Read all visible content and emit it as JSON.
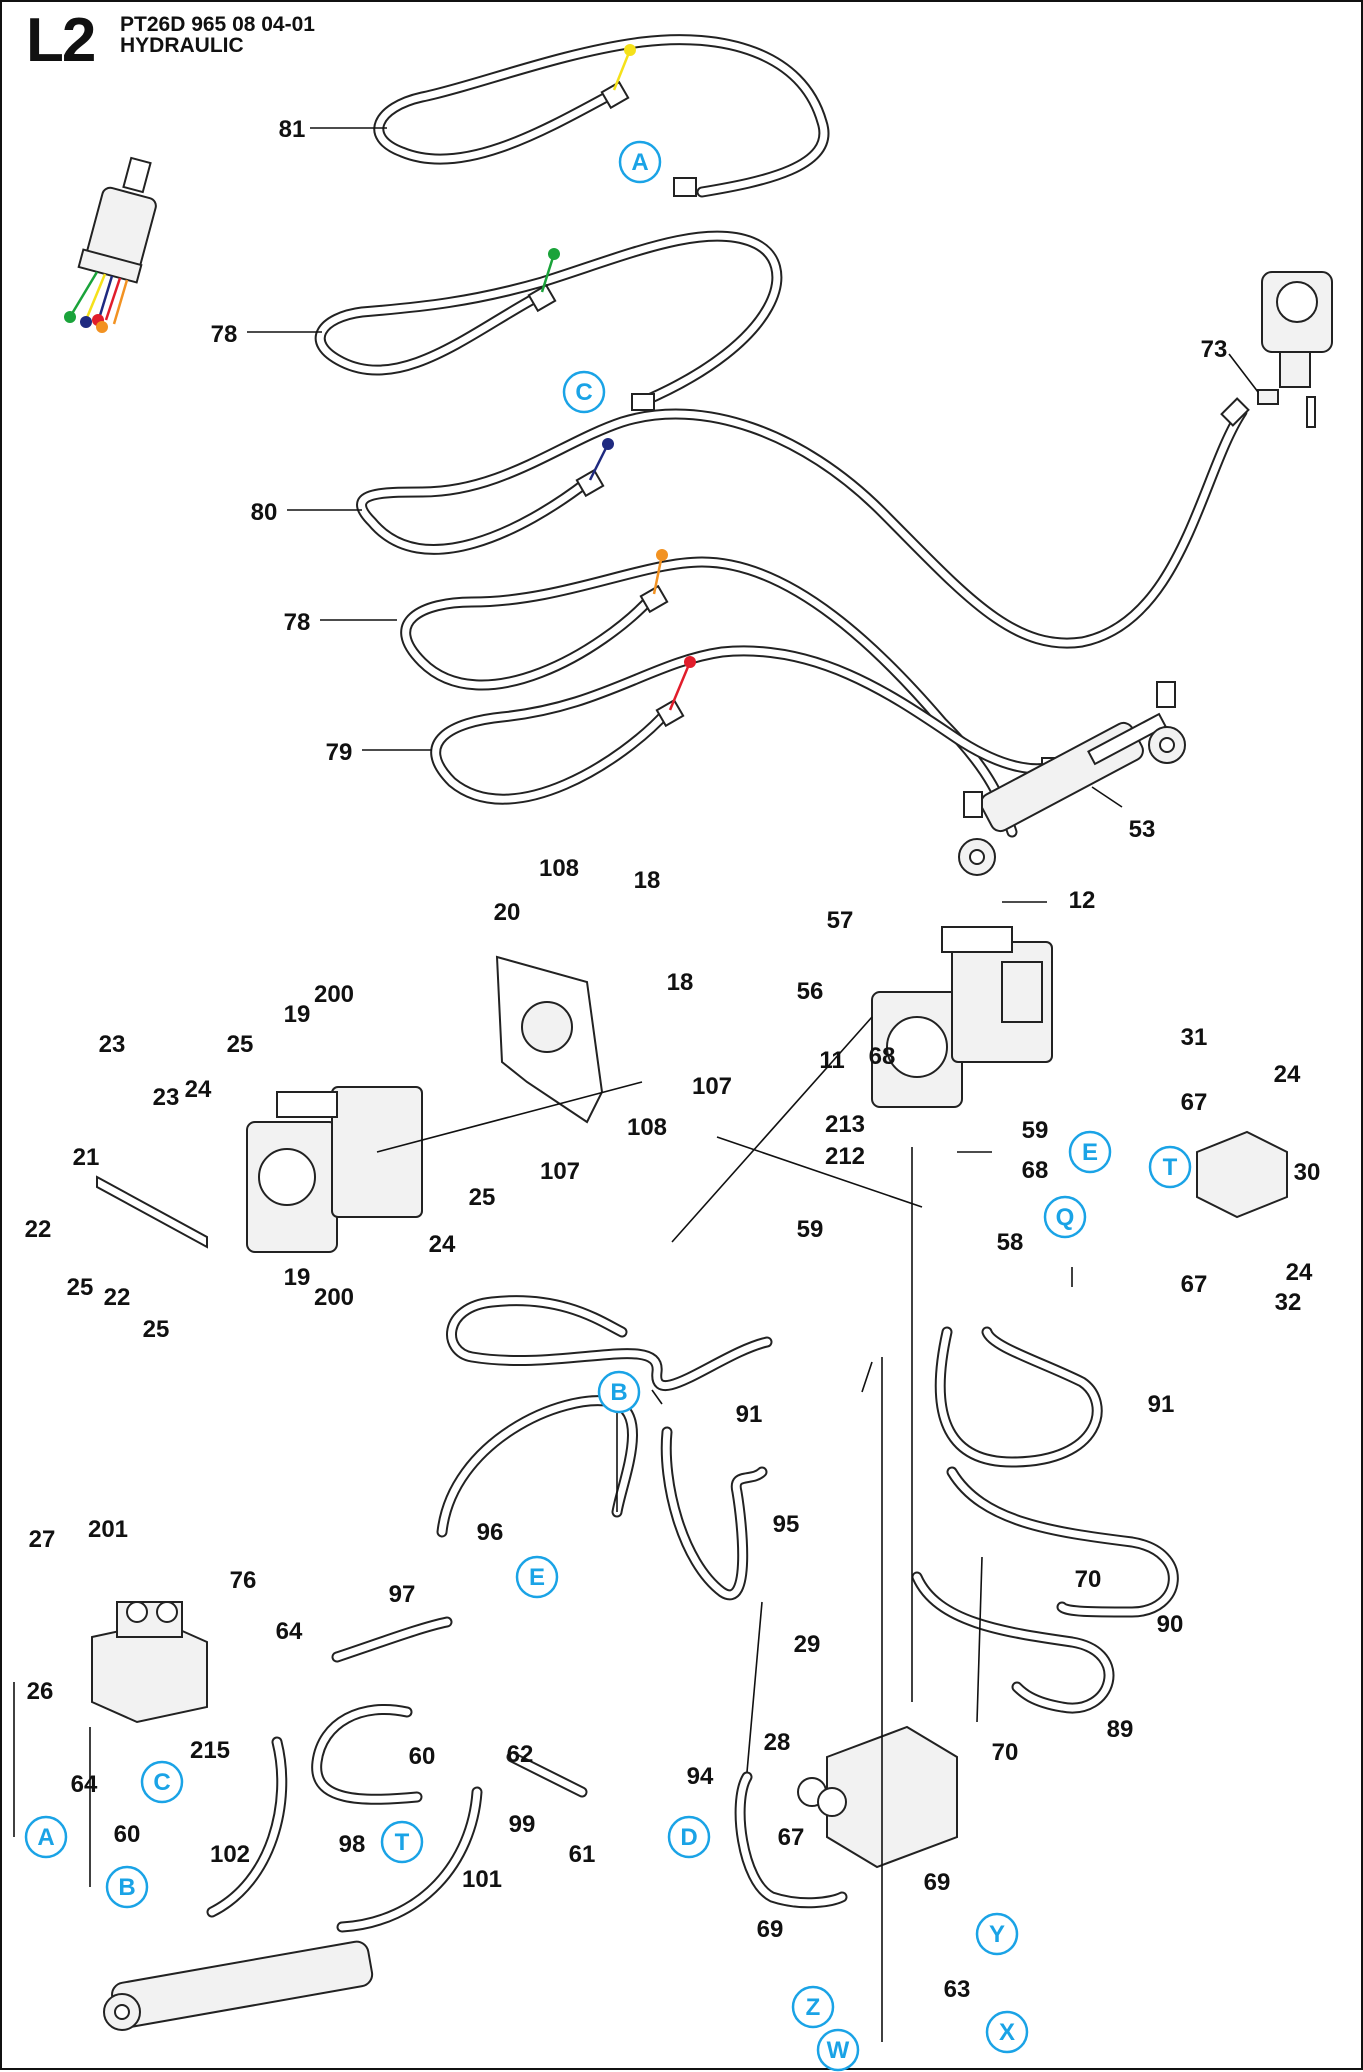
{
  "header": {
    "code": "L2",
    "part_number": "PT26D 965 08 04-01",
    "title": "HYDRAULIC"
  },
  "colors": {
    "yellow": "#f5e11a",
    "green": "#1aa33a",
    "navy": "#1f2a80",
    "orange": "#f29222",
    "red": "#e11d2b",
    "reference": "#1aa3e6"
  },
  "part_labels": [
    "81",
    "78",
    "80",
    "78",
    "79",
    "73",
    "53",
    "108",
    "18",
    "20",
    "12",
    "57",
    "56",
    "11",
    "200",
    "19",
    "25",
    "24",
    "23",
    "23",
    "18",
    "107",
    "108",
    "107",
    "21",
    "22",
    "25",
    "22",
    "25",
    "24",
    "25",
    "19",
    "200",
    "31",
    "24",
    "67",
    "30",
    "213",
    "212",
    "68",
    "59",
    "68",
    "59",
    "58",
    "67",
    "24",
    "32",
    "91",
    "91",
    "96",
    "95",
    "70",
    "90",
    "201",
    "27",
    "76",
    "64",
    "26",
    "215",
    "97",
    "64",
    "60",
    "62",
    "29",
    "28",
    "70",
    "89",
    "94",
    "60",
    "98",
    "99",
    "61",
    "102",
    "101",
    "67",
    "69",
    "69",
    "63"
  ],
  "reference_labels": [
    "A",
    "C",
    "E",
    "T",
    "Q",
    "B",
    "E",
    "C",
    "A",
    "B",
    "T",
    "D",
    "Y",
    "Z",
    "X",
    "W"
  ]
}
